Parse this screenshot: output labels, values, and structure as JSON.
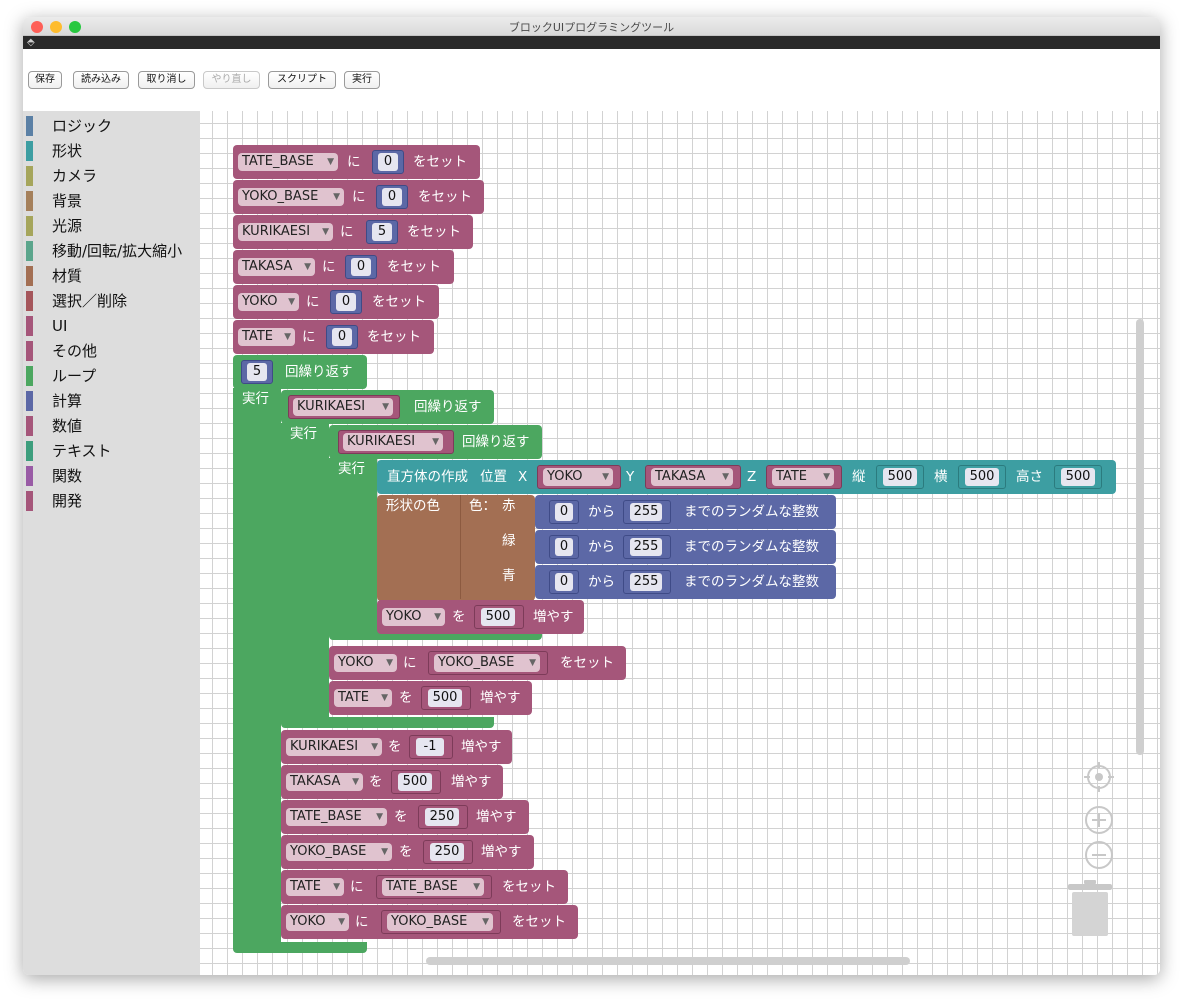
{
  "window": {
    "title": "ブロックUIプログラミングツール"
  },
  "toolbar": {
    "save": "保存",
    "load": "読み込み",
    "undo": "取り消し",
    "redo": "やり直し",
    "script": "スクリプト",
    "run": "実行"
  },
  "categories": [
    {
      "label": "ロジック",
      "color": "#5b80a5"
    },
    {
      "label": "形状",
      "color": "#3d9ea2"
    },
    {
      "label": "カメラ",
      "color": "#a5a55b"
    },
    {
      "label": "背景",
      "color": "#a5805b"
    },
    {
      "label": "光源",
      "color": "#a5a55b"
    },
    {
      "label": "移動/回転/拡大縮小",
      "color": "#5ba58c"
    },
    {
      "label": "材質",
      "color": "#a36f53"
    },
    {
      "label": "選択／削除",
      "color": "#a5565b"
    },
    {
      "label": "UI",
      "color": "#a5567a"
    },
    {
      "label": "その他",
      "color": "#a5567a"
    },
    {
      "label": "ループ",
      "color": "#4ca760"
    },
    {
      "label": "計算",
      "color": "#5c68a6"
    },
    {
      "label": "数値",
      "color": "#a5567a"
    },
    {
      "label": "テキスト",
      "color": "#3d9e7d"
    },
    {
      "label": "関数",
      "color": "#995ba5"
    },
    {
      "label": "開発",
      "color": "#a5567a"
    }
  ],
  "words": {
    "ni": "に",
    "wo": "を",
    "set": "をセット",
    "inc": "増やす",
    "repeat": "回繰り返す",
    "do": "実行",
    "box": "直方体の作成",
    "pos": "位置",
    "x": "X",
    "y": "Y",
    "z": "Z",
    "tate": "縦",
    "yoko": "横",
    "takasa": "高さ",
    "color": "形状の色",
    "colorlbl": "色：",
    "red": "赤",
    "green": "緑",
    "blue": "青",
    "from": "から",
    "rand": "までのランダムな整数"
  },
  "vars": {
    "TATE_BASE": "TATE_BASE",
    "YOKO_BASE": "YOKO_BASE",
    "KURIKAESI": "KURIKAESI",
    "TAKASA": "TAKASA",
    "YOKO": "YOKO",
    "TATE": "TATE"
  },
  "vals": {
    "init_tate_base": "0",
    "init_yoko_base": "0",
    "init_kurikaesi": "5",
    "init_takasa": "0",
    "init_yoko": "0",
    "init_tate": "0",
    "outer_repeat": "5",
    "size_tate": "500",
    "size_yoko": "500",
    "size_takasa": "500",
    "r_from": "0",
    "r_to": "255",
    "g_from": "0",
    "g_to": "255",
    "b_from": "0",
    "b_to": "255",
    "inc_yoko": "500",
    "inc_tate": "500",
    "inc_kurikaesi": "-1",
    "inc_takasa": "500",
    "inc_tate_base": "250",
    "inc_yoko_base": "250"
  }
}
